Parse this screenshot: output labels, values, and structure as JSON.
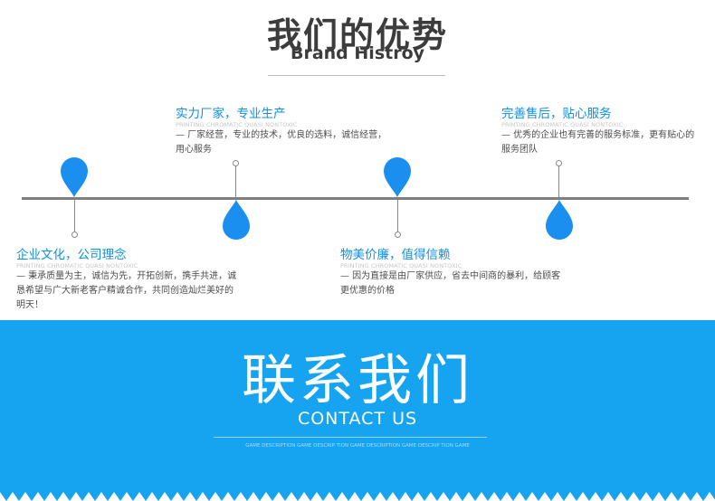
{
  "header": {
    "title_cn": "我们的优势",
    "title_en": "Brand Histroy"
  },
  "timeline": {
    "items": [
      {
        "title": "实力厂家，专业生产",
        "subtitle": "PRINTING CHROMATIC QUASI NONTOXIC",
        "description": "— 厂家经营，专业的技术，优良的选料，诚信经营，用心服务"
      },
      {
        "title": "完善售后，贴心服务",
        "subtitle": "PRINTING CHROMATIC QUASI NONTOXIC",
        "description": "— 优秀的企业也有完善的服务标准，更有贴心的服务团队"
      },
      {
        "title": "企业文化，公司理念",
        "subtitle": "PRINTING CHROMATIC QUASI NONTOXIC",
        "description": "— 秉承质量为主，诚信为先，开拓创新，携手共进，诚恳希望与广大新老客户精诚合作，共同创造灿烂美好的明天！"
      },
      {
        "title": "物美价廉，值得信赖",
        "subtitle": "PRINTING CHROMATIC QUASI NONTOXIC",
        "description": "— 因为直接是由厂家供应，省去中间商的暴利，给顾客更优惠的价格"
      }
    ]
  },
  "contact": {
    "title_cn": "联系我们",
    "title_en": "CONTACT US",
    "small_text": "GAME DESCRIPTION GAME DESCRIP  TION GAME DESCRIPTION GAME DESCRIP  TION GAME"
  },
  "colors": {
    "accent": "#16a3f0",
    "drop": "#1a8ff0",
    "heading": "#3c3c3c",
    "item_title": "#0f8fe6"
  }
}
